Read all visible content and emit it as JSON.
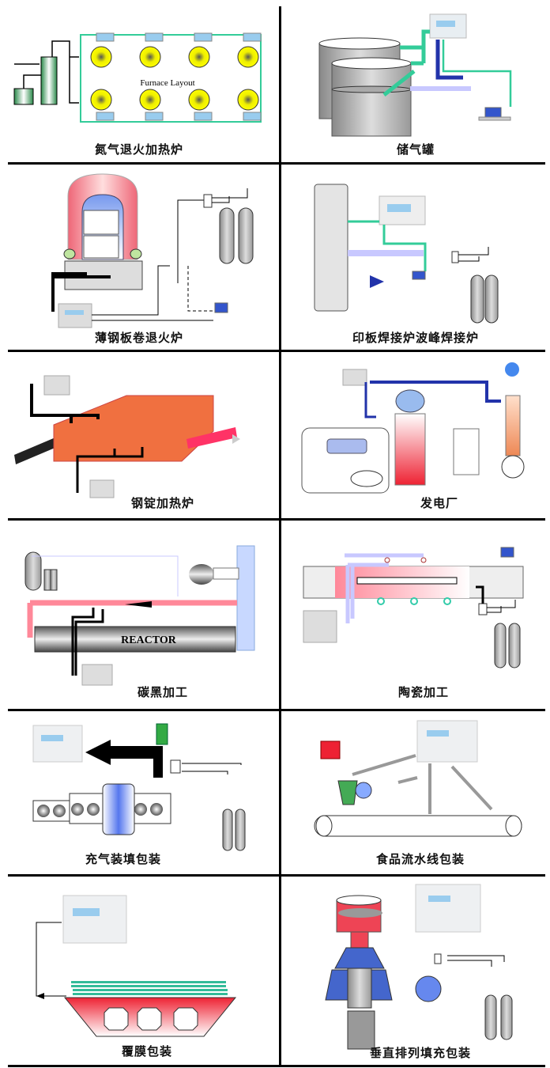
{
  "panels": [
    {
      "id": "nitrogen-annealing",
      "caption": "氮气退火加热炉",
      "inner_label": "Furnace Layout"
    },
    {
      "id": "gas-tank",
      "caption": "储气罐"
    },
    {
      "id": "steel-coil-annealing",
      "caption": "薄钢板卷退火炉"
    },
    {
      "id": "pcb-wave-soldering",
      "caption": "印板焊接炉波峰焊接炉"
    },
    {
      "id": "ingot-heating",
      "caption": "钢锭加热炉"
    },
    {
      "id": "power-plant",
      "caption": "发电厂"
    },
    {
      "id": "carbon-black",
      "caption": "碳黑加工",
      "inner_label": "REACTOR"
    },
    {
      "id": "ceramics",
      "caption": "陶瓷加工"
    },
    {
      "id": "gas-fill-packaging",
      "caption": "充气装填包装"
    },
    {
      "id": "food-line-packaging",
      "caption": "食品流水线包装"
    },
    {
      "id": "film-packaging",
      "caption": "覆膜包装"
    },
    {
      "id": "vertical-fill-packaging",
      "caption": "垂直排列填充包装"
    }
  ],
  "colors": {
    "teal": "#33cc99",
    "furnace_red": "#ff6666",
    "analyzer_blue": "#99ccee",
    "pipe_blue": "#2233aa",
    "light_purple": "#c8c8ff",
    "ingot_orange": "#f07040"
  }
}
